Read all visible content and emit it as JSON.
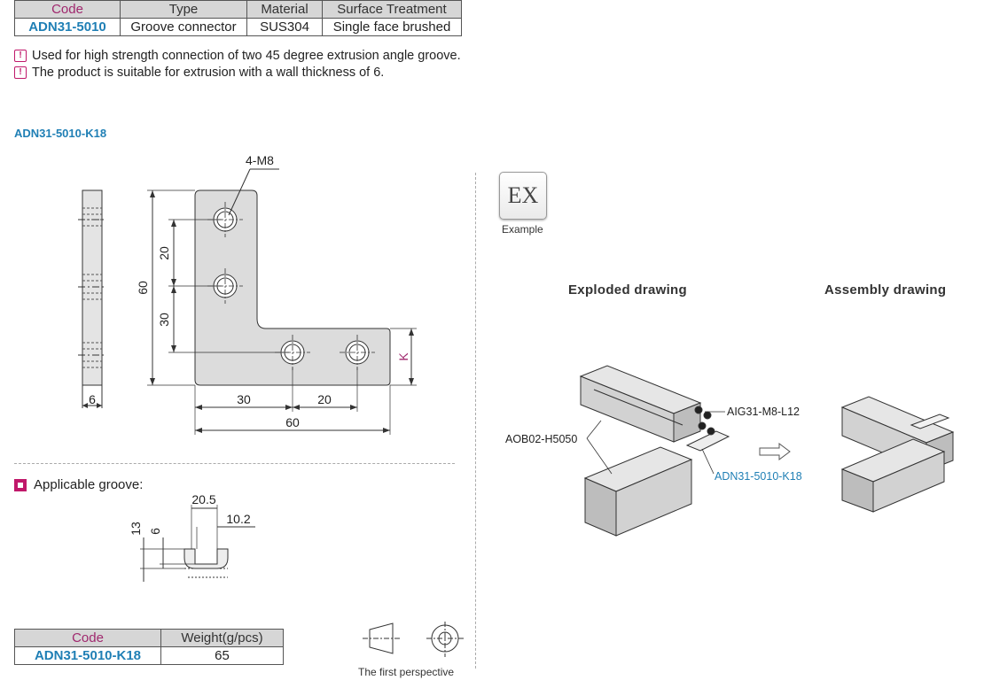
{
  "spec_table": {
    "headers": [
      "Code",
      "Type",
      "Material",
      "Surface Treatment"
    ],
    "row": [
      "ADN31-5010",
      "Groove connector",
      "SUS304",
      "Single face brushed"
    ]
  },
  "notes": [
    "Used for high strength connection of two 45 degree extrusion angle groove.",
    "The product is suitable for extrusion with a wall thickness of 6."
  ],
  "section_title": "ADN31-5010-K18",
  "drawing": {
    "hole_label": "4-M8",
    "dim_60_v": "60",
    "dim_20_v": "20",
    "dim_30_v": "30",
    "dim_k": "K",
    "dim_30_h": "30",
    "dim_20_h": "20",
    "dim_60_h": "60",
    "dim_6": "6"
  },
  "groove": {
    "label": "Applicable groove:",
    "w_outer": "20.5",
    "w_inner": "10.2",
    "h_total": "13",
    "h_inner": "6"
  },
  "weight_table": {
    "headers": [
      "Code",
      "Weight(g/pcs)"
    ],
    "row": [
      "ADN31-5010-K18",
      "65"
    ]
  },
  "perspective_label": "The first perspective",
  "example": {
    "badge": "EX",
    "badge_caption": "Example",
    "exploded_title": "Exploded drawing",
    "assembly_title": "Assembly drawing",
    "label_screw": "AIG31-M8-L12",
    "label_profile": "AOB02-H5050",
    "label_connector": "ADN31-5010-K18"
  },
  "colors": {
    "accent_blue": "#1f7fb5",
    "accent_magenta": "#c0186a",
    "header_gray": "#d6d6d6"
  }
}
